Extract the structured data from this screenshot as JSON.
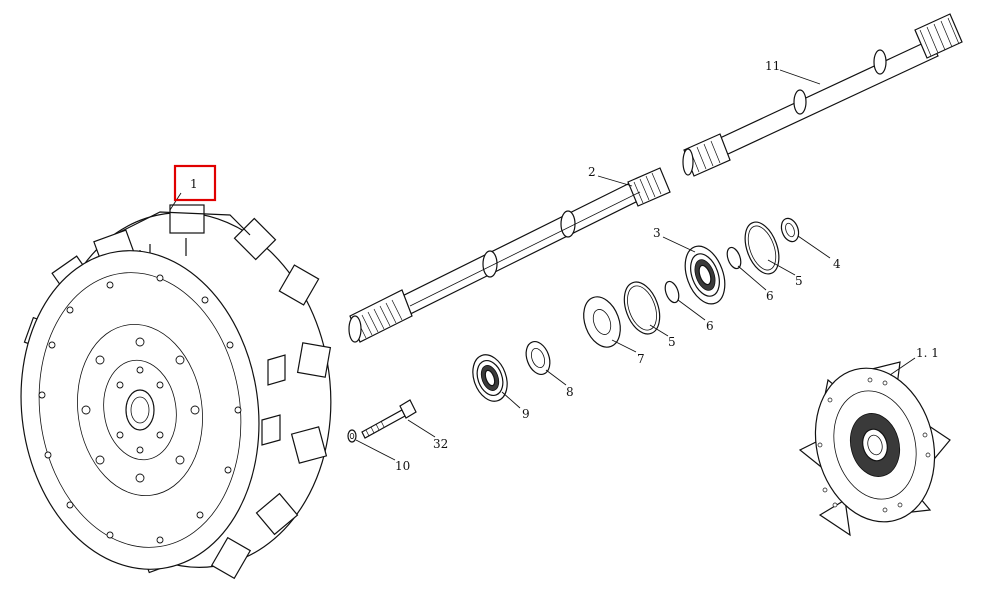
{
  "colors": {
    "highlight": "#e00000",
    "ink": "#111111"
  },
  "highlighted_callout": "1",
  "callouts": {
    "c1": "1",
    "c1_1": "1. 1",
    "c2": "2",
    "c3": "3",
    "c4": "4",
    "c5a": "5",
    "c5b": "5",
    "c6a": "6",
    "c6b": "6",
    "c7": "7",
    "c8": "8",
    "c9": "9",
    "c10": "10",
    "c11": "11",
    "c32": "32"
  }
}
